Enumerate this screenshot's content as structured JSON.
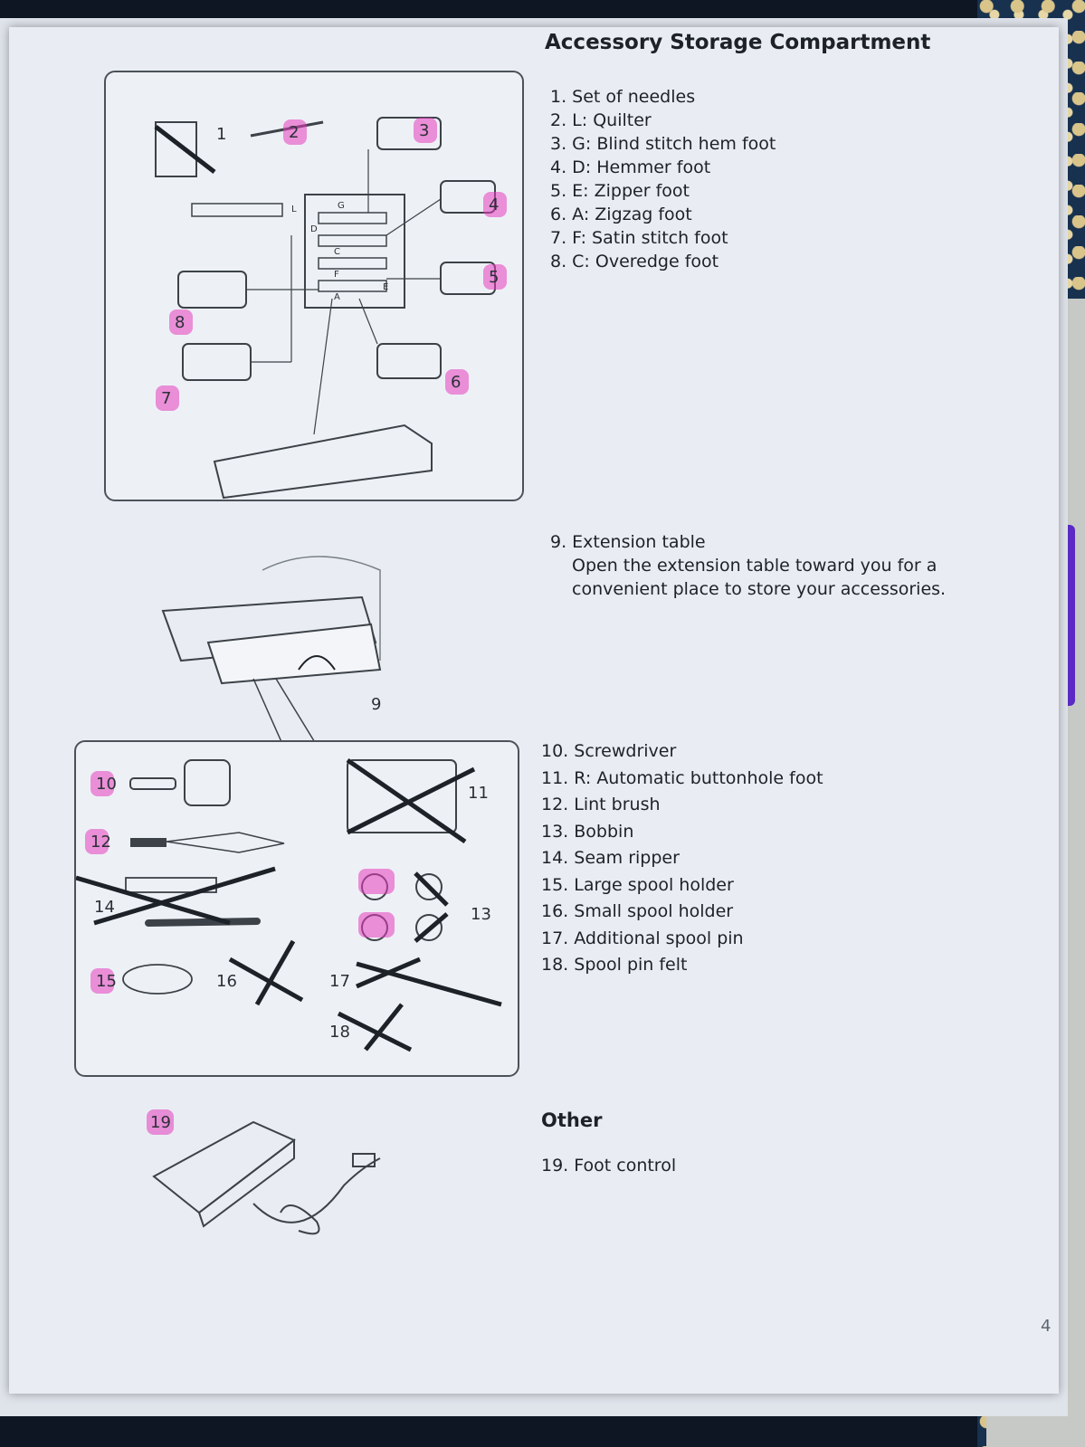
{
  "title": "Accessory Storage Compartment",
  "list_a": [
    "1. Set of needles",
    "2. L: Quilter",
    "3. G: Blind stitch hem foot",
    "4. D: Hemmer foot",
    "5. E: Zipper foot",
    "6. A: Zigzag foot",
    "7. F: Satin stitch foot",
    "8. C: Overedge foot"
  ],
  "extension_table": {
    "label": "9. Extension table",
    "body": "Open the extension table toward you for a convenient place to store your accessories."
  },
  "list_b": [
    "10. Screwdriver",
    "11. R: Automatic buttonhole foot",
    "12. Lint brush",
    "13. Bobbin",
    "14. Seam ripper",
    "15. Large spool holder",
    "16. Small spool holder",
    "17. Additional spool pin",
    "18. Spool pin felt"
  ],
  "other": {
    "heading": "Other",
    "item": "19. Foot control"
  },
  "diagram_top_labels": [
    "1",
    "2",
    "3",
    "4",
    "5",
    "6",
    "7",
    "8"
  ],
  "diagram_top_letters": [
    "L",
    "G",
    "D",
    "C",
    "F",
    "A",
    "E"
  ],
  "diagram_mid_label": "9",
  "diagram_bottom_labels": [
    "10",
    "11",
    "12",
    "13",
    "14",
    "15",
    "16",
    "17",
    "18"
  ],
  "diagram_foot_label": "19",
  "page_number": "4",
  "colors": {
    "highlight": "#e63cbe",
    "paper": "#e9edf3",
    "ink": "#1d2228"
  }
}
